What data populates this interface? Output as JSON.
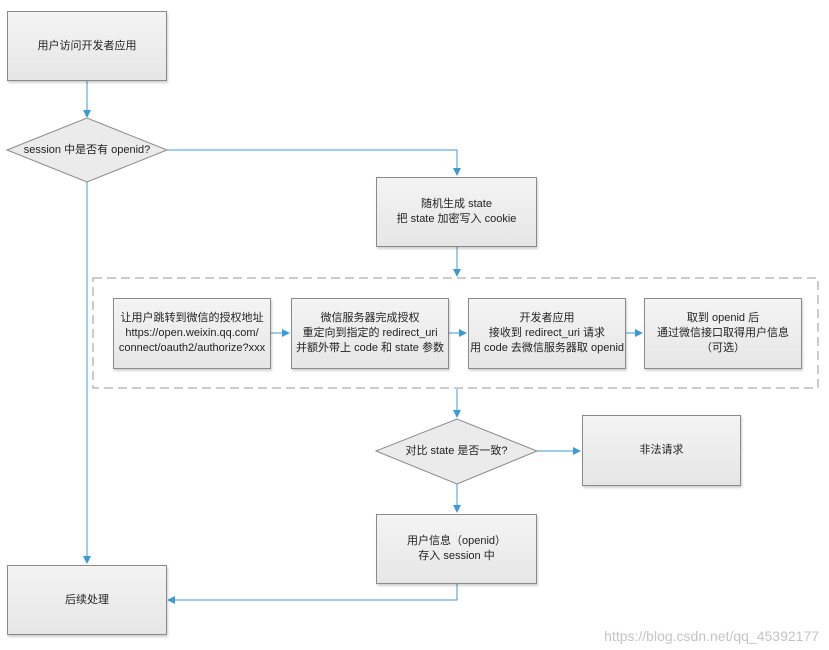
{
  "nodes": {
    "start": "用户访问开发者应用",
    "check_session": "session 中是否有 openid?",
    "gen_state": "随机生成 state\n把 state 加密写入 cookie",
    "redirect_auth": "让用户跳转到微信的授权地址\nhttps://open.weixin.qq.com/\nconnect/oauth2/authorize?xxx",
    "wx_callback": "微信服务器完成授权\n重定向到指定的 redirect_uri\n并额外带上 code 和 state 参数",
    "dev_receive": "开发者应用\n接收到 redirect_uri 请求\n用 code 去微信服务器取 openid",
    "get_userinfo": "取到 openid 后\n通过微信接口取得用户信息\n（可选）",
    "compare_state": "对比 state 是否一致?",
    "illegal": "非法请求",
    "save_user": "用户信息（openid）\n存入 session 中",
    "followup": "后续处理"
  },
  "colors": {
    "arrow": "#3a9bd5",
    "node_border": "#8a8a8a",
    "group_border": "#9a9a9a"
  },
  "watermark": "https://blog.csdn.net/qq_45392177"
}
